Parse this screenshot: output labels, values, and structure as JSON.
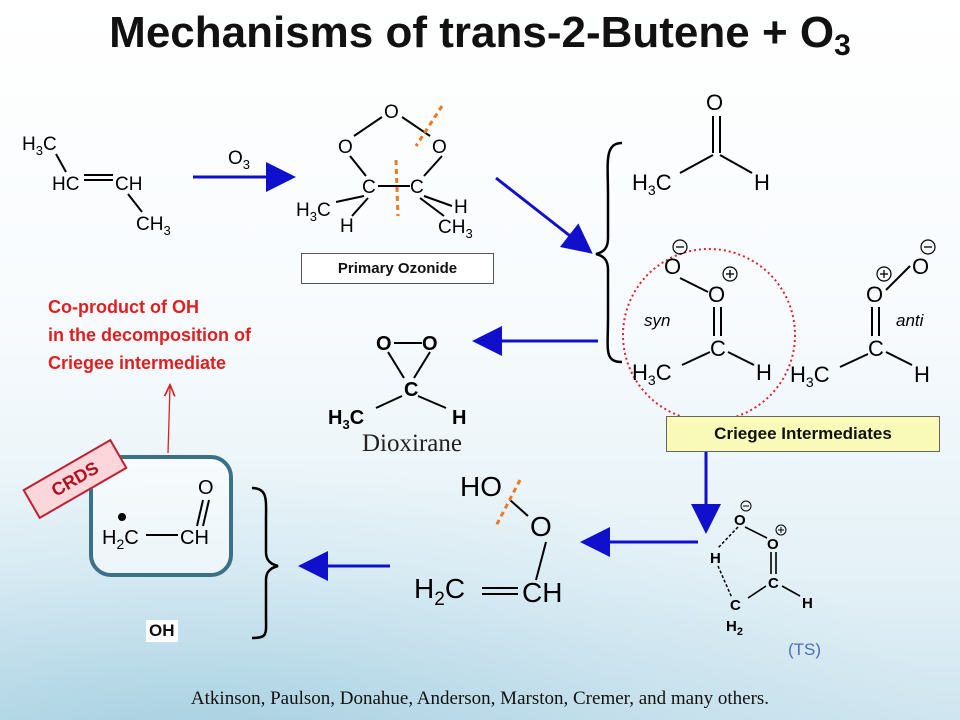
{
  "title": {
    "text": "Mechanisms of trans-2-Butene + O",
    "subscript": "3"
  },
  "labels": {
    "reagent_main": "O",
    "reagent_sub": "3",
    "primary_ozonide": "Primary Ozonide",
    "coproduct_line1": "Co-product of OH",
    "coproduct_line2": "in the decomposition of",
    "coproduct_line3": "Criegee intermediate",
    "dioxirane": "Dioxirane",
    "criegee_intermediates": "Criegee Intermediates",
    "syn": "syn",
    "anti": "anti",
    "crds": "CRDS",
    "oh": "OH",
    "ts": "(TS)"
  },
  "footer": "Atkinson, Paulson, Donahue, Anderson, Marston, Cremer, and many others.",
  "colors": {
    "arrow": "#1010cc",
    "red_text": "#e02020",
    "dashed_cut": "#f07820",
    "circle": "#e02030",
    "box_border": "#3a7088",
    "criegee_box": "#fafab8"
  }
}
